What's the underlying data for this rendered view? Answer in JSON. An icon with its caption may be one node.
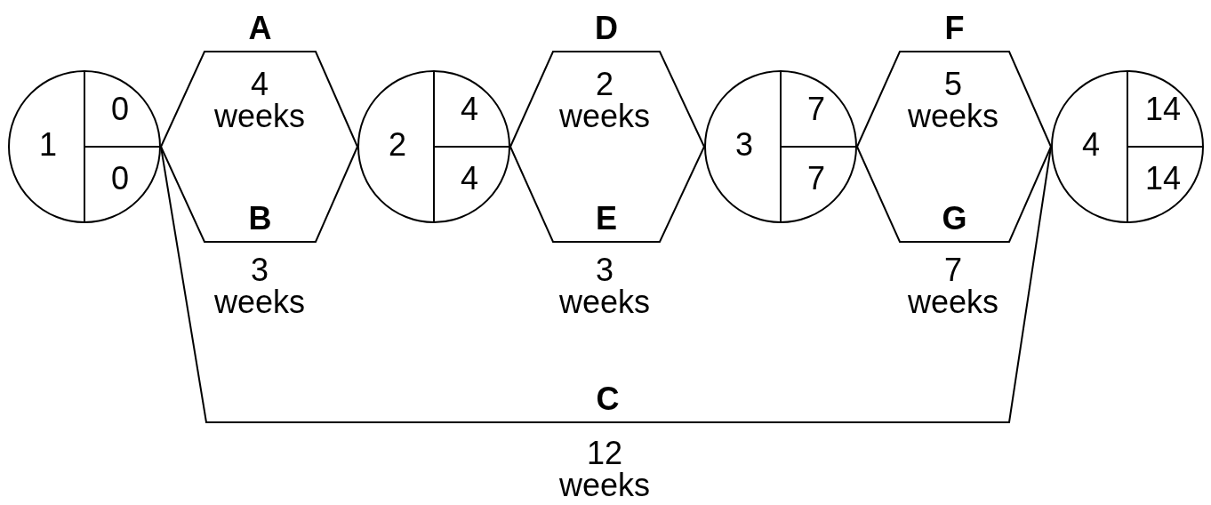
{
  "diagram": {
    "nodes": [
      {
        "text": [
          "1",
          "0",
          "0"
        ]
      },
      {
        "text": [
          "2",
          "4",
          "4"
        ]
      },
      {
        "text": [
          "3",
          "7",
          "7"
        ]
      },
      {
        "text": [
          "4",
          "14",
          "14"
        ]
      }
    ],
    "edges": [
      {
        "from": 0,
        "to": 1,
        "arrow": "none",
        "label": "A"
      },
      {
        "from": 0,
        "to": 1,
        "arrow": "none",
        "label": "B"
      },
      {
        "from": 0,
        "to": 3,
        "arrow": "none",
        "label": "C"
      },
      {
        "from": 1,
        "to": 2,
        "arrow": "none",
        "label": "D"
      },
      {
        "from": 1,
        "to": 2,
        "arrow": "none",
        "label": "E"
      },
      {
        "from": 2,
        "to": 3,
        "arrow": "none",
        "label": "F"
      },
      {
        "from": 2,
        "to": 3,
        "arrow": "none",
        "label": "G"
      }
    ],
    "labels": [
      "4 weeks",
      "3 weeks",
      "12 weeks",
      "2 weeks",
      "3 weeks",
      "5 weeks",
      "7 weeks"
    ]
  }
}
